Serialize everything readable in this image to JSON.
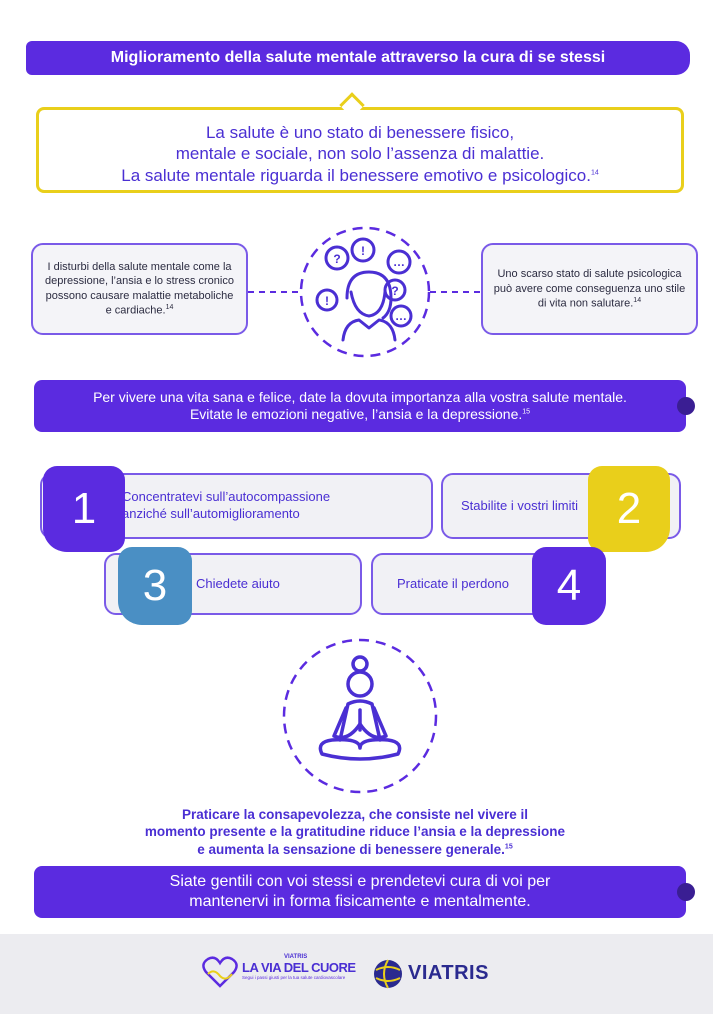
{
  "header": {
    "title": "Miglioramento della salute mentale attraverso la cura di se stessi"
  },
  "intro": {
    "line1": "La salute è uno stato di benessere fisico,",
    "line2": "mentale e sociale, non solo l’assenza di malattie.",
    "line3": "La salute mentale riguarda il benessere emotivo e psicologico.",
    "ref": "14"
  },
  "left_box": {
    "text": "I disturbi della salute mentale come la depressione, l’ansia e lo stress cronico possono causare malattie metaboliche e cardiache.",
    "ref": "14"
  },
  "right_box": {
    "text": "Uno scarso stato di salute psicologica può avere come conseguenza uno stile di vita non salutare.",
    "ref": "14"
  },
  "statement": {
    "line1": "Per vivere una vita sana e felice, date la dovuta importanza alla vostra salute mentale.",
    "line2": "Evitate le emozioni negative, l’ansia e la depressione.",
    "ref": "15"
  },
  "tips": [
    {
      "number": "1",
      "line1": "Concentratevi sull’autocompassione",
      "line2": "anziché sull’automiglioramento",
      "color": "#5b2be0"
    },
    {
      "number": "2",
      "text": "Stabilite i vostri limiti",
      "color": "#e9cf1b"
    },
    {
      "number": "3",
      "text": "Chiedete aiuto",
      "color": "#4a8fc4"
    },
    {
      "number": "4",
      "text": "Praticate il perdono",
      "color": "#5b2be0"
    }
  ],
  "mindfulness": {
    "line1": "Praticare la consapevolezza, che consiste nel vivere il",
    "line2": "momento presente e la gratitudine riduce l’ansia e la depressione",
    "line3": "e aumenta la sensazione di benessere generale.",
    "ref": "15"
  },
  "closing": {
    "line1": "Siate gentili con voi stessi e prendetevi cura di voi per",
    "line2": "mantenervi in forma fisicamente e mentalmente."
  },
  "footer": {
    "logo1_small": "VIATRIS",
    "logo1_main": "LA VIA DEL CUORE",
    "logo1_sub": "Segui i passi giusti per la tua salute cardiovascolare",
    "logo2": "VIATRIS"
  },
  "colors": {
    "purple": "#5b2be0",
    "yellow": "#e9cf1b",
    "blue": "#4a8fc4"
  }
}
